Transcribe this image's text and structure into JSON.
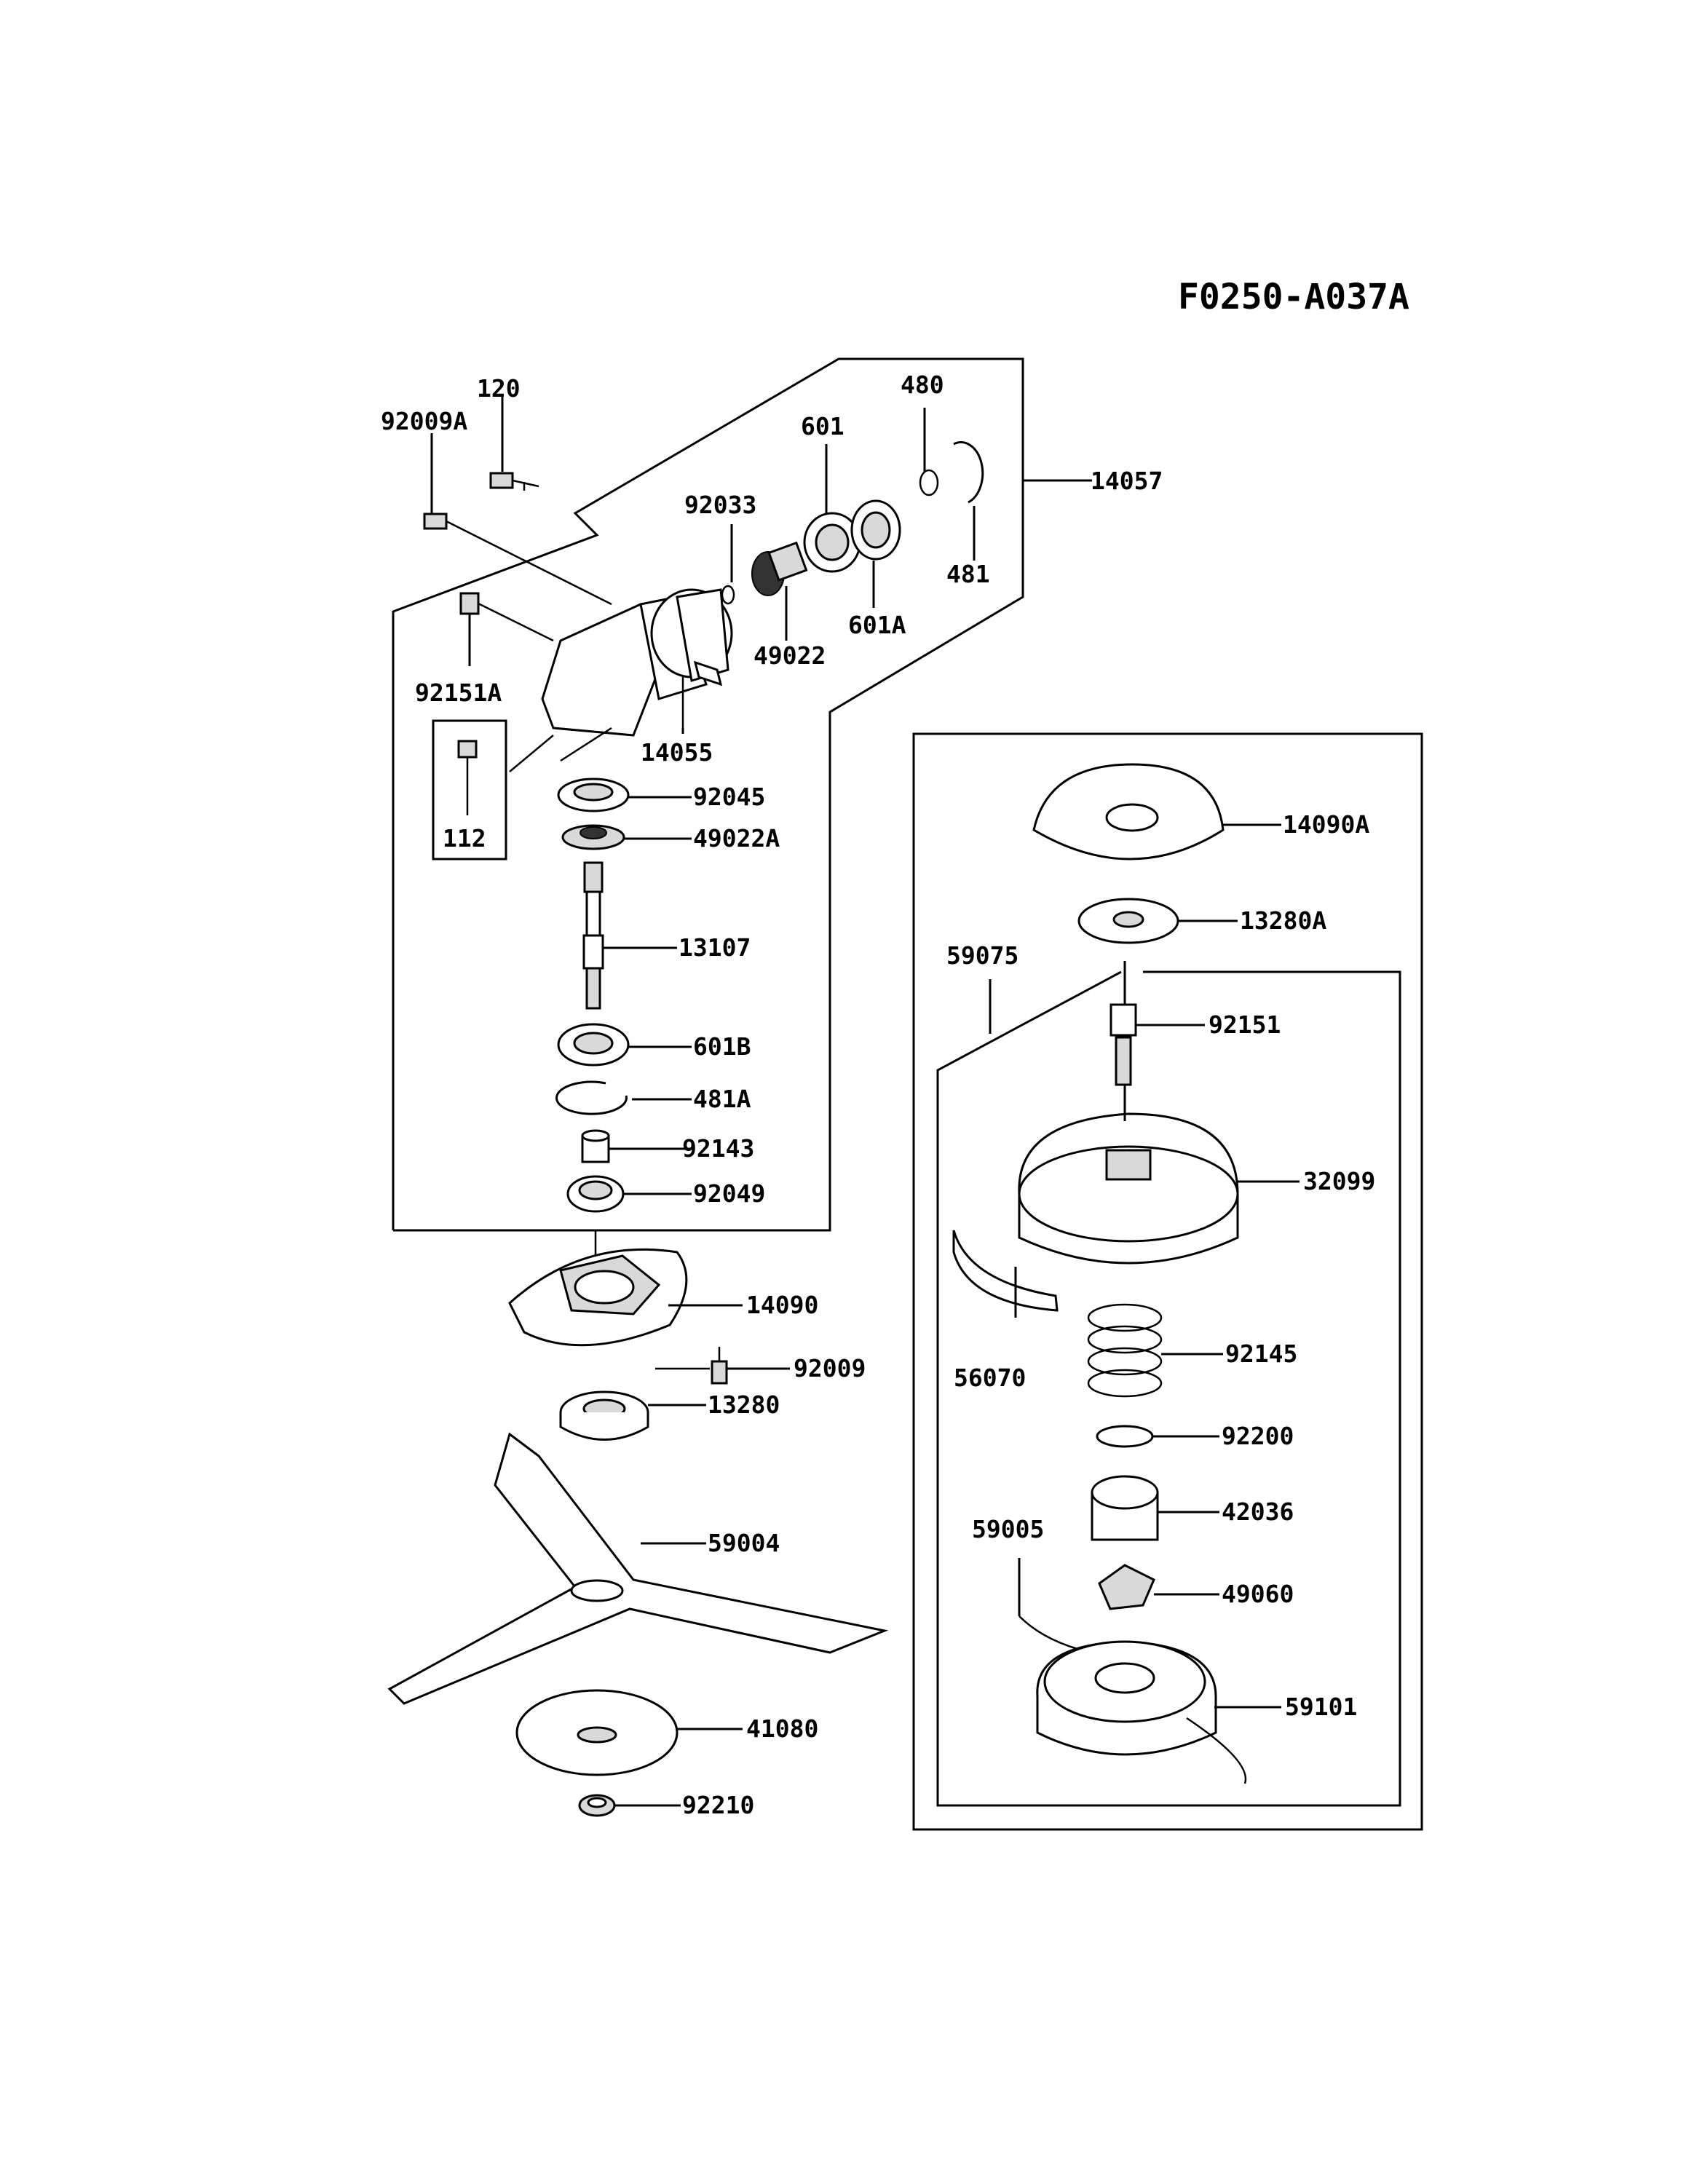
{
  "diagram_code": "F0250-A037A",
  "parts": {
    "p120": "120",
    "p92009A": "92009A",
    "p92151A": "92151A",
    "p112": "112",
    "p92033": "92033",
    "p601": "601",
    "p480": "480",
    "p14057": "14057",
    "p481": "481",
    "p601A": "601A",
    "p49022": "49022",
    "p14055": "14055",
    "p92045": "92045",
    "p49022A": "49022A",
    "p13107": "13107",
    "p601B": "601B",
    "p481A": "481A",
    "p92143": "92143",
    "p92049": "92049",
    "p14090": "14090",
    "p92009": "92009",
    "p13280": "13280",
    "p59004": "59004",
    "p41080": "41080",
    "p92210": "92210",
    "p14090A": "14090A",
    "p13280A": "13280A",
    "p59075": "59075",
    "p92151": "92151",
    "p32099": "32099",
    "p56070": "56070",
    "p92145": "92145",
    "p92200": "92200",
    "p42036": "42036",
    "p59005": "59005",
    "p49060": "49060",
    "p59101": "59101"
  }
}
